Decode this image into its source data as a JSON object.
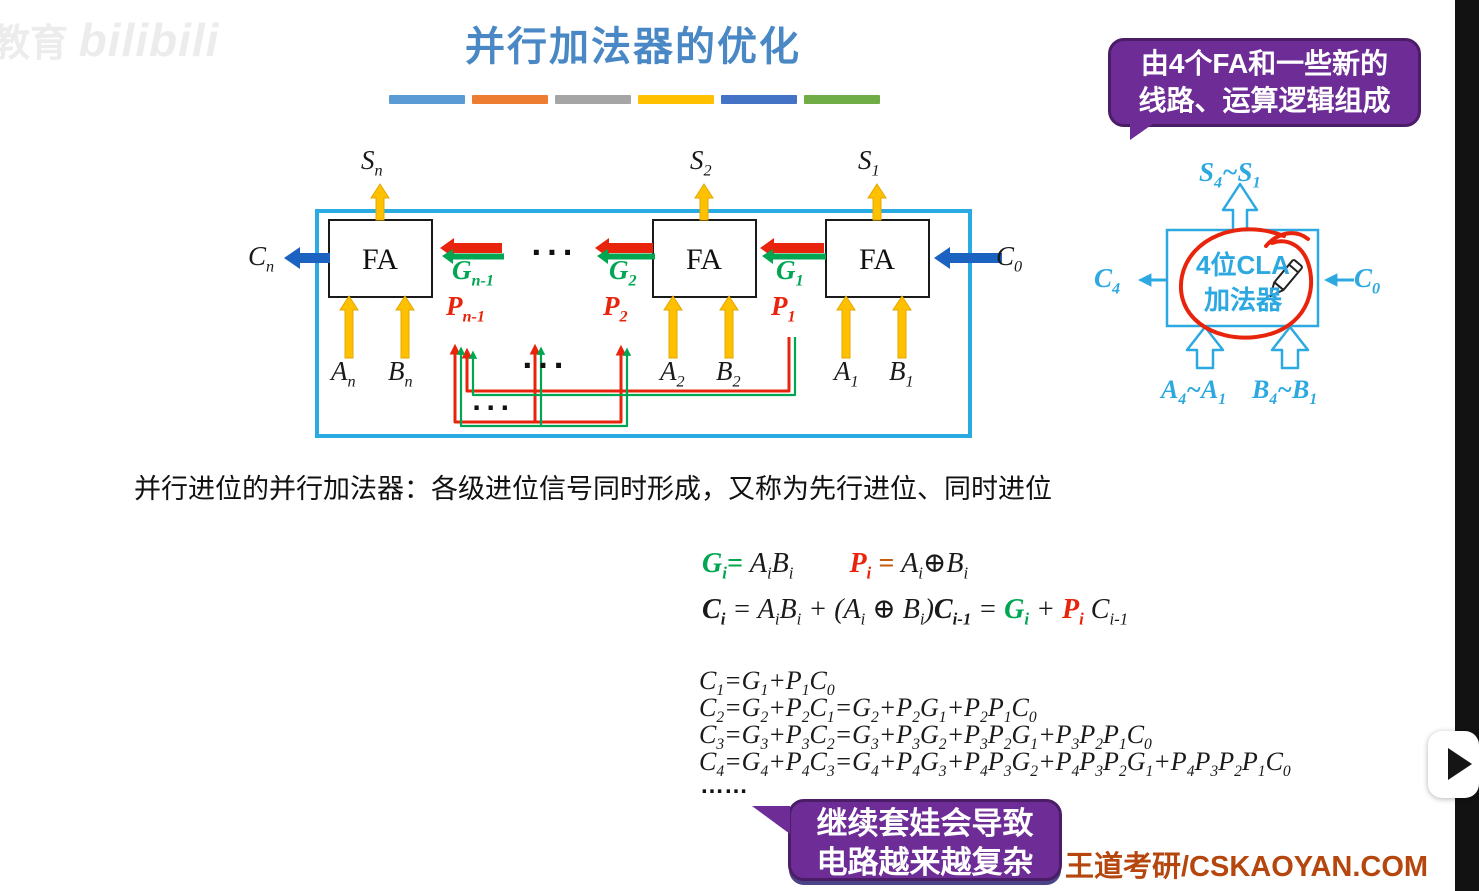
{
  "watermark": {
    "prefix": "教育",
    "logo": "bilibili"
  },
  "title": "并行加法器的优化",
  "divider": [
    "background:#5B9BD5",
    "background:#ED7D31",
    "background:#A5A5A5",
    "background:#FFC000",
    "background:#4472C4",
    "background:#70AD47"
  ],
  "callout_top": {
    "line1": "由4个FA和一些新的",
    "line2": "线路、运算逻辑组成"
  },
  "diagram": {
    "fa": "FA",
    "dots": "···",
    "sums": [
      "S_n",
      "S_2",
      "S_1"
    ],
    "carry_out": "C_n",
    "carry_in": "C_0",
    "g": [
      "G_{n-1}",
      "G_2",
      "G_1"
    ],
    "p": [
      "P_{n-1}",
      "P_2",
      "P_1"
    ],
    "inputs": [
      "A_n",
      "B_n",
      "A_2",
      "B_2",
      "A_1",
      "B_1"
    ]
  },
  "cla": {
    "sum": "S_4~S_1",
    "carry_out": "C_4",
    "carry_in": "C_0",
    "box_line1": "4位CLA",
    "box_line2": "加法器",
    "inputs_a": "A_4~A_1",
    "inputs_b": "B_4~B_1"
  },
  "statement": "并行进位的并行加法器：各级进位信号同时形成，又称为先行进位、同时进位",
  "formulas": {
    "line1": [
      {
        "t": "G_i",
        "c": "#00A651",
        "b": 1
      },
      {
        "t": "= ",
        "c": "#00A651",
        "b": 1
      },
      {
        "t": "A_iB_i"
      },
      {
        "t": "        "
      },
      {
        "t": "P_i",
        "c": "#E8250C",
        "b": 1
      },
      {
        "t": " = ",
        "c": "#C55A11",
        "b": 1
      },
      {
        "t": "A_i⊕B_i"
      }
    ],
    "line2": [
      {
        "t": "C_i",
        "b": 1
      },
      {
        "t": " = "
      },
      {
        "t": "A_iB_i"
      },
      {
        "t": " + "
      },
      {
        "t": "(A_i ⊕ B_i)"
      },
      {
        "t": "C_{i-1}",
        "b": 1
      },
      {
        "t": " = "
      },
      {
        "t": "G_i",
        "c": "#00A651",
        "b": 1
      },
      {
        "t": " + "
      },
      {
        "t": "P_i",
        "c": "#E8250C",
        "b": 1
      },
      {
        "t": " C_{i-1}"
      }
    ],
    "expansions": [
      "C_1=G_1+P_1C_0",
      "C_2=G_2+P_2C_1=G_2+P_2G_1+P_2P_1C_0",
      "C_3=G_3+P_3C_2=G_3+P_3G_2+P_3P_2G_1+P_3P_2P_1C_0",
      "C_4=G_4+P_4C_3=G_4+P_4G_3+P_4P_3G_2+P_4P_3P_2G_1+P_4P_3P_2P_1C_0"
    ],
    "ellipsis": "……"
  },
  "callout_bottom": {
    "line1": "继续套娃会导致",
    "line2": "电路越来越复杂"
  },
  "footer": "王道考研/CSKAOYAN.COM",
  "colors": {
    "accent_blue_title": "#4A88C5",
    "frame_cyan": "#29ABE2",
    "cla_blue": "#2CA9E1",
    "purple_callout": "#6E2C96",
    "arrow_yellow": "#FFC000",
    "arrow_blue": "#1B62C1",
    "signal_green": "#00A651",
    "signal_red": "#E8250C",
    "footer_red": "#B5470E"
  }
}
